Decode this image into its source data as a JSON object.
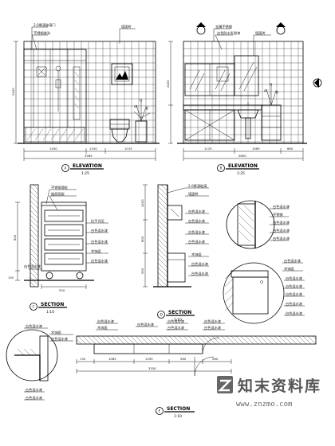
{
  "views": {
    "elev1": {
      "title": "ELEVATION",
      "scale": "1:25",
      "mark": "A"
    },
    "elev2": {
      "title": "ELEVATION",
      "scale": "1:25",
      "mark": "B"
    },
    "sect1": {
      "title": "SECTION",
      "scale": "1:10",
      "mark": "C"
    },
    "sect2": {
      "title": "SECTION",
      "scale": "1:10",
      "mark": "D"
    },
    "sect3": {
      "title": "SECTION",
      "scale": "1:10",
      "mark": "E"
    }
  },
  "callouts": {
    "elev1": [
      "2.0厚清玻璃门",
      "墙面砖",
      "不锈钢淋浴"
    ],
    "elev2": [
      "金属不锈钢",
      "白色防水乳胶漆",
      "墙面砖"
    ],
    "sect1": [
      "不锈钢滑轮",
      "抽屉面板",
      "拉手详见",
      "白色混水漆",
      "白色混水漆",
      "木饰面",
      "白色混水漆",
      "白色混水漆"
    ],
    "sect2": [
      "2.0厚清玻璃",
      "墙面砖",
      "白色混水漆",
      "白色混水漆",
      "白色混水漆",
      "白色混水漆",
      "木饰面",
      "白色混水漆",
      "白色混水漆"
    ],
    "detail_top": [
      "白色混水漆",
      "不锈钢",
      "白色混水漆",
      "白色混水漆",
      "白色混水漆"
    ],
    "detail_bot": [
      "白色混水漆",
      "木饰面",
      "白色混水漆",
      "白色混水漆",
      "白色混水漆",
      "白色混水漆",
      "白色混水漆"
    ],
    "sect3": [
      "白色混水漆",
      "木饰面",
      "白色混水漆",
      "白色混水漆",
      "白色混水漆",
      "白色混水漆",
      "白色混水漆"
    ],
    "detail_left": [
      "白色混水漆",
      "木饰面",
      "白色混水漆",
      "白色混水漆",
      "白色混水漆"
    ]
  },
  "dims": {
    "elev1_bottom": [
      "1450",
      "1100",
      "1015"
    ],
    "elev1_total": "3565",
    "elev1_height": "2400",
    "elev2_bottom": [
      "1125",
      "1065",
      "660"
    ],
    "elev2_total": "2850",
    "elev2_height": "2400",
    "sect1_side": [
      "800",
      "550",
      "150"
    ],
    "sect2_side": [
      "2400",
      "800",
      "550"
    ],
    "sect3_plan": [
      "130",
      "1085",
      "1295",
      "560",
      "260"
    ],
    "sect3_total": "3330"
  },
  "watermark": {
    "text": "知末资料库",
    "url": "www.znzmo.com"
  }
}
